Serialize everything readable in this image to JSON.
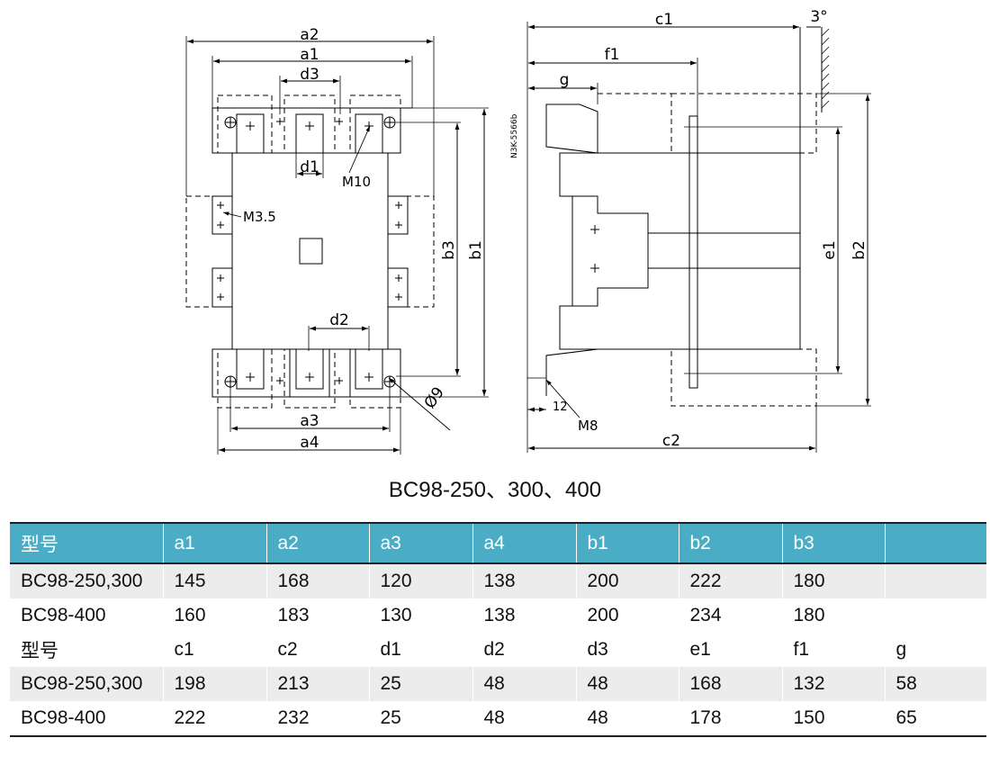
{
  "caption": "BC98-250、300、400",
  "drawing": {
    "front": {
      "a1": "a1",
      "a2": "a2",
      "a3": "a3",
      "a4": "a4",
      "b1": "b1",
      "b3": "b3",
      "d1": "d1",
      "d2": "d2",
      "d3": "d3",
      "m10": "M10",
      "m35": "M3.5",
      "phi9": "Ø9"
    },
    "side": {
      "c1": "c1",
      "c2": "c2",
      "f1": "f1",
      "g": "g",
      "e1": "e1",
      "b2": "b2",
      "deg": "3°",
      "m8": "M8",
      "n12": "12",
      "code": "N3K-5566b"
    }
  },
  "table": {
    "header": [
      "型号",
      "a1",
      "a2",
      "a3",
      "a4",
      "b1",
      "b2",
      "b3",
      ""
    ],
    "rows": [
      [
        "BC98-250,300",
        "145",
        "168",
        "120",
        "138",
        "200",
        "222",
        "180",
        ""
      ],
      [
        "BC98-400",
        "160",
        "183",
        "130",
        "138",
        "200",
        "234",
        "180",
        ""
      ],
      [
        "型号",
        "c1",
        "c2",
        "d1",
        "d2",
        "d3",
        "e1",
        "f1",
        "g"
      ],
      [
        "BC98-250,300",
        "198",
        "213",
        "25",
        "48",
        "48",
        "168",
        "132",
        "58"
      ],
      [
        "BC98-400",
        "222",
        "232",
        "25",
        "48",
        "48",
        "178",
        "150",
        "65"
      ]
    ]
  }
}
